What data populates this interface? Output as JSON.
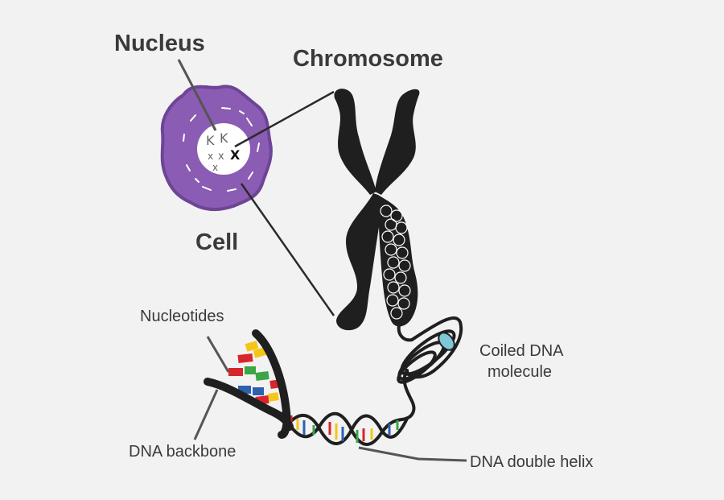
{
  "labels": {
    "nucleus": "Nucleus",
    "chromosome": "Chromosome",
    "cell": "Cell",
    "nucleotides": "Nucleotides",
    "coiled_dna": [
      "Coiled DNA",
      "molecule"
    ],
    "dna_backbone": "DNA backbone",
    "double_helix": "DNA double helix"
  },
  "colors": {
    "background": "#f2f2f2",
    "cell_membrane": "#8a5cb3",
    "cell_membrane_dark": "#6e4496",
    "nucleus": "#ffffff",
    "chromosome": "#1f1f1f",
    "label_text": "#3a3a3a",
    "base_red": "#d6262b",
    "base_yellow": "#f5c518",
    "base_green": "#3aa648",
    "base_blue": "#2f5fb0",
    "coil_highlight": "#7ec8d8"
  }
}
